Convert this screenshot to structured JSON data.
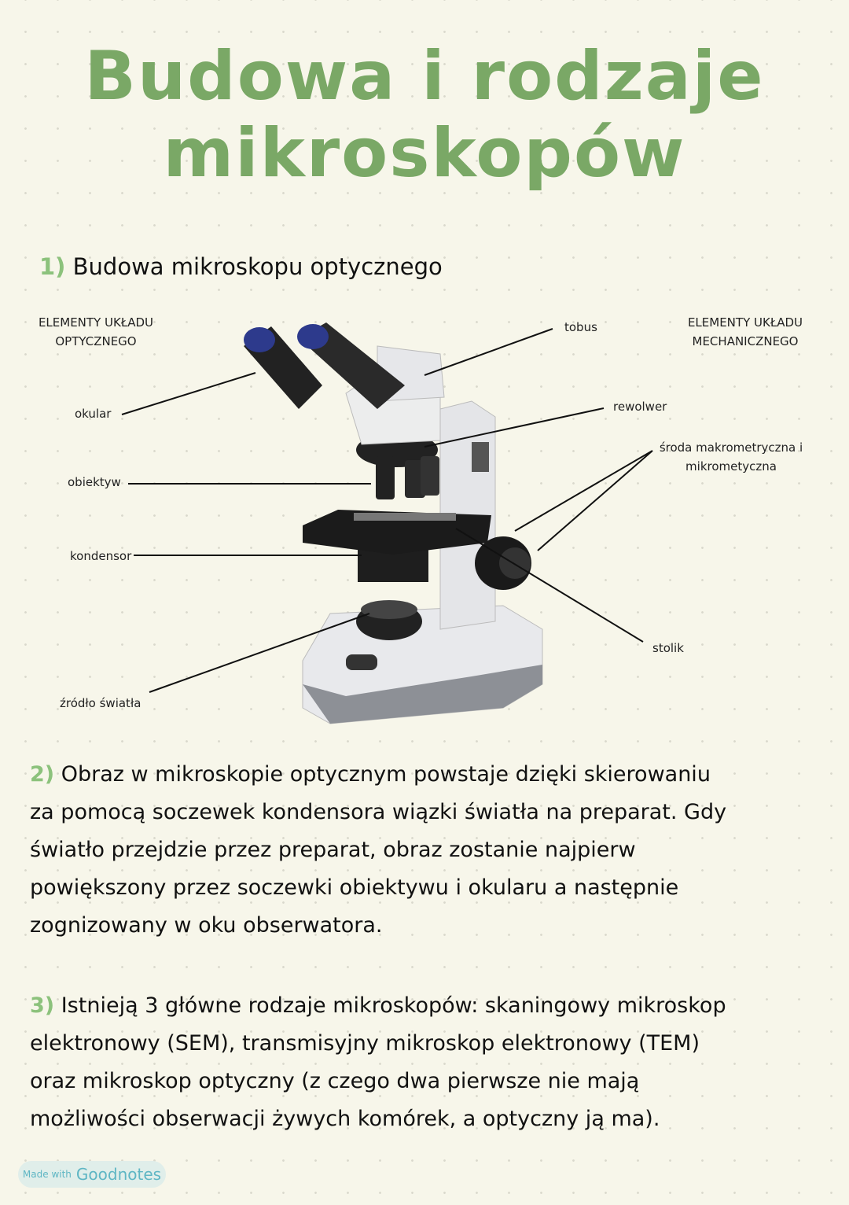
{
  "title": {
    "line1": "Budowa i rodzaje",
    "line2": "mikroskopów"
  },
  "section1": {
    "number": "1)",
    "heading": "Budowa mikroskopu optycznego",
    "left_header": [
      "ELEMENTY UKŁADU",
      "OPTYCZNEGO"
    ],
    "right_header": [
      "ELEMENTY UKŁADU",
      "MECHANICZNEGO"
    ],
    "labels": {
      "okular": "okular",
      "obiektyw": "obiektyw",
      "kondensor": "kondensor",
      "zrodlo": "źródło światła",
      "tobus": "tobus",
      "rewolwer": "rewolwer",
      "sruby": [
        "środa makrometryczna i",
        "mikrometyczna"
      ],
      "stolik": "stolik"
    }
  },
  "section2": {
    "number": "2)",
    "lines": [
      " Obraz w mikroskopie optycznym powstaje dzięki skierowaniu",
      "za pomocą soczewek kondensora wiązki światła na preparat. Gdy",
      "światło przejdzie przez preparat, obraz zostanie najpierw",
      "powiększony przez soczewki obiektywu i okularu a następnie",
      "zognizowany w oku obserwatora."
    ]
  },
  "section3": {
    "number": "3)",
    "lines": [
      " Istnieją 3 główne rodzaje mikroskopów: skaningowy mikroskop",
      "elektronowy (SEM), transmisyjny mikroskop elektronowy (TEM)",
      "oraz mikroskop optyczny (z czego dwa pierwsze nie mają",
      "możliwości obserwacji żywych komórek, a optyczny ją ma)."
    ]
  },
  "badge": {
    "made_with": "Made with",
    "brand": "Goodnotes"
  },
  "colors": {
    "title": "#7aa866",
    "numbers": "#8cc27c",
    "background": "#f7f6ea",
    "badge": "#5fb6c4"
  }
}
